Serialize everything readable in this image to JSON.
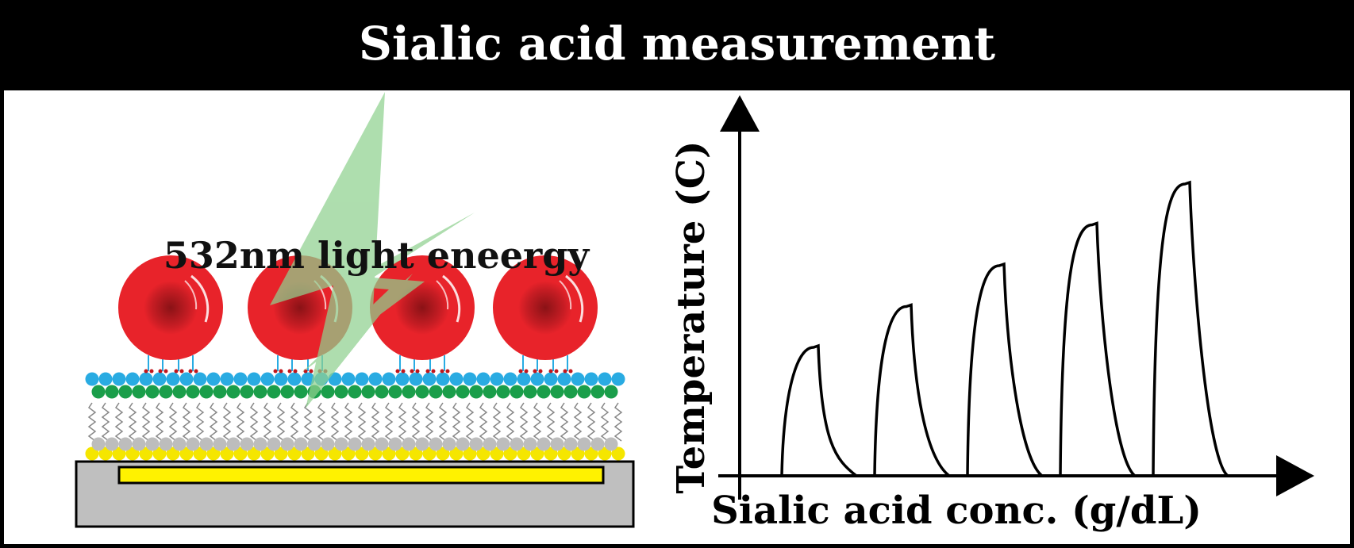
{
  "title": "Sialic acid measurement",
  "light_label": "532nm light eneergy",
  "graph": {
    "x_axis_label": "Sialic acid conc. (g/dL)",
    "y_axis_label": "Temperature (C)",
    "peak_count": 5
  },
  "colors": {
    "cell_red": "#e8232a",
    "cell_dark": "#a3161c",
    "lightning_green": "#8fd18f",
    "head_blue": "#29abe2",
    "head_green": "#1a9e4a",
    "head_yellow": "#f5e600",
    "head_grey": "#bdbdbd",
    "substrate_grey": "#bfbfbf",
    "electrode_yellow": "#fff200"
  }
}
